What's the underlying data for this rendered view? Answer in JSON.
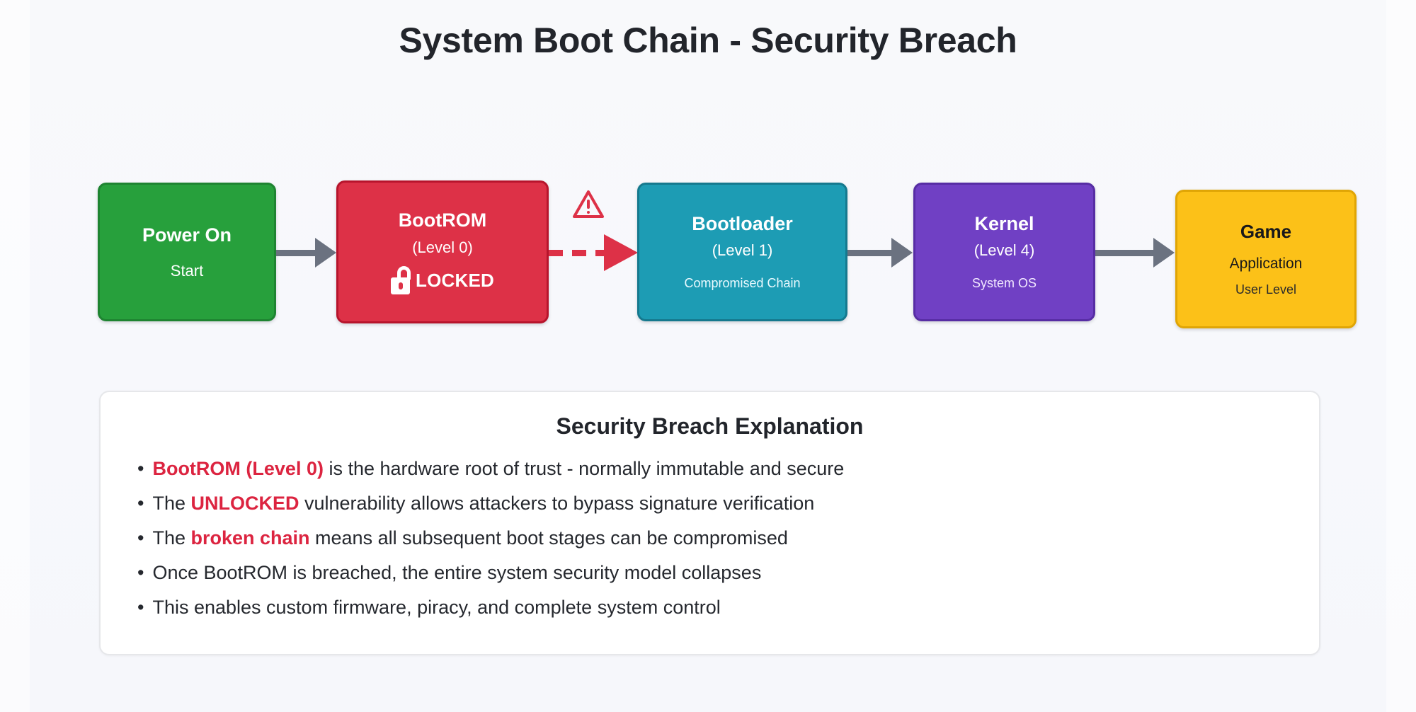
{
  "page": {
    "title": "System Boot Chain - Security Breach",
    "background_color": "#f7f8fc"
  },
  "colors": {
    "green": "#27a03c",
    "red": "#dd3147",
    "teal": "#1d9cb4",
    "purple": "#7040c4",
    "yellow": "#fcc118",
    "arrow_gray": "#6b7280",
    "highlight_red": "#dc2440",
    "title_text": "#22252b"
  },
  "chain": {
    "nodes": [
      {
        "id": "power-on",
        "title": "Power On",
        "subtitle": "Start",
        "note": "",
        "color": "#27a03c",
        "text_color": "#ffffff"
      },
      {
        "id": "bootrom",
        "title": "BootROM",
        "subtitle": "(Level 0)",
        "note": "",
        "badge_icon": "unlocked-padlock-icon",
        "badge_label": "LOCKED",
        "color": "#dd3147",
        "text_color": "#ffffff"
      },
      {
        "id": "bootloader",
        "title": "Bootloader",
        "subtitle": "(Level 1)",
        "note": "Compromised Chain",
        "color": "#1d9cb4",
        "text_color": "#ffffff"
      },
      {
        "id": "kernel",
        "title": "Kernel",
        "subtitle": "(Level 4)",
        "note": "System OS",
        "color": "#7040c4",
        "text_color": "#ffffff"
      },
      {
        "id": "game",
        "title": "Game",
        "subtitle": "Application",
        "note": "User Level",
        "color": "#fcc118",
        "text_color": "#18181a"
      }
    ],
    "connectors": [
      {
        "id": "power-to-bootrom",
        "style": "solid",
        "color": "#6b7280"
      },
      {
        "id": "bootrom-to-bootloader",
        "style": "dashed-broken",
        "color": "#dd3147",
        "icon": "warning-triangle-icon"
      },
      {
        "id": "bootloader-to-kernel",
        "style": "solid",
        "color": "#6b7280"
      },
      {
        "id": "kernel-to-game",
        "style": "solid",
        "color": "#6b7280"
      }
    ]
  },
  "explanation": {
    "heading": "Security Breach Explanation",
    "bullet_marker": "•",
    "bullets": [
      {
        "highlight": "BootROM (Level 0)",
        "rest": " is the hardware root of trust - normally immutable and secure",
        "lead": ""
      },
      {
        "lead": "The ",
        "highlight": "UNLOCKED",
        "rest": " vulnerability allows attackers to bypass signature verification"
      },
      {
        "lead": "The ",
        "highlight": "broken chain",
        "rest": " means all subsequent boot stages can be compromised"
      },
      {
        "lead": "",
        "highlight": "",
        "rest": "Once BootROM is breached, the entire system security model collapses"
      },
      {
        "lead": "",
        "highlight": "",
        "rest": "This enables custom firmware, piracy, and complete system control"
      }
    ]
  }
}
